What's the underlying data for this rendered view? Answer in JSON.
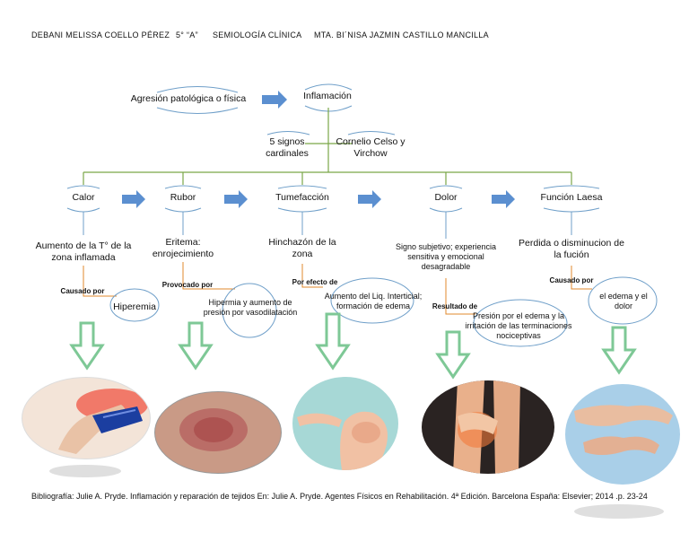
{
  "header": {
    "student": "DEBANI MELISSA COELLO PÉREZ",
    "group": "5° “A”",
    "subject": "SEMIOLOGÍA CLÍNICA",
    "teacher": "MTA. BI´NISA JAZMIN CASTILLO MANCILLA"
  },
  "top": {
    "cause": "Agresión patológica o física",
    "center": "Inflamación",
    "left_branch": "5 signos cardinales",
    "right_branch": "Cornelio Celso y Virchow"
  },
  "signs": [
    {
      "name": "Calor",
      "description": "Aumento de la T° de la zona inflamada",
      "link": "Causado por",
      "result": "Hiperemia",
      "image": "hand-with-ice-pack-image"
    },
    {
      "name": "Rubor",
      "description": "Eritema: enrojecimiento",
      "link": "Provocado por",
      "result": "Hipermia y aumento de presión por vasodilatación",
      "image": "reddened-skin-image"
    },
    {
      "name": "Tumefacción",
      "description": "Hinchazón de la zona",
      "link": "Por efecto de",
      "result": "Aumento del Liq. Interticial; formación de edema",
      "image": "swollen-hand-image"
    },
    {
      "name": "Dolor",
      "description": "Signo subjetivo; experiencia sensitiva y emocional desagradable",
      "link": "Resultado de",
      "result": "Presión por el edema y la irritación de las terminaciones nociceptivas",
      "image": "knee-pain-image"
    },
    {
      "name": "Función Laesa",
      "description": "Perdida o disminucion de la fución",
      "link": "Causado por",
      "result": "el edema y el dolor",
      "image": "deformed-hands-image"
    }
  ],
  "bibliography": "Bibliografía: Julie A. Pryde. Inflamación y reparación de tejidos En: Julie A. Pryde. Agentes Físicos en Rehabilitación. 4ª Edición. Barcelona España: Elsevier; 2014 .p. 23-24",
  "colors": {
    "connector": "#7aa648",
    "link_line": "#e0892e",
    "bracket": "#6f9fc9",
    "arrow_fill": "#5b8fd0",
    "down_arrow_stroke": "#7ec896"
  }
}
